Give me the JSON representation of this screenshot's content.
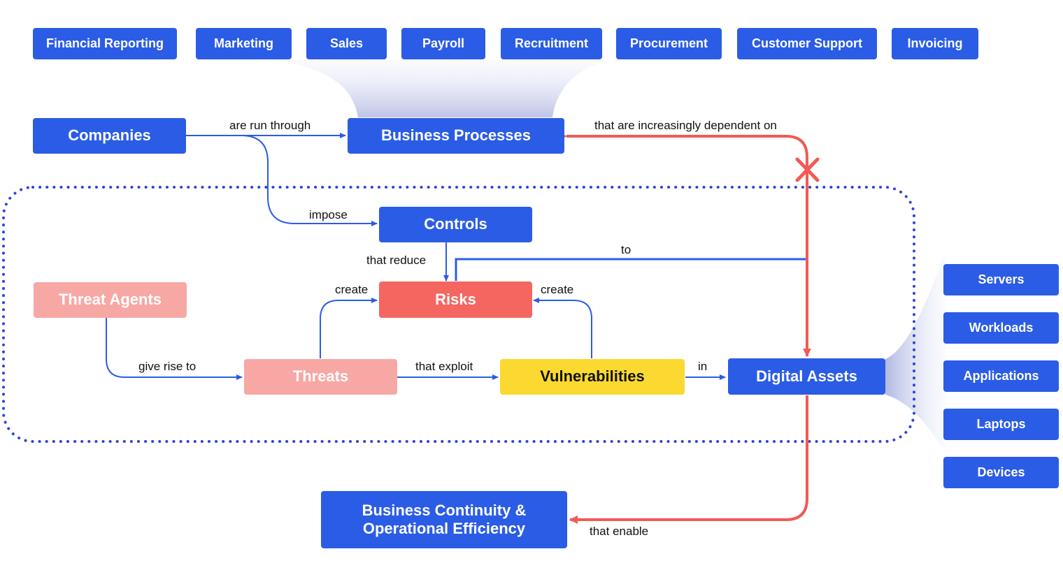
{
  "business_functions": [
    "Financial Reporting",
    "Marketing",
    "Sales",
    "Payroll",
    "Recruitment",
    "Procurement",
    "Customer Support",
    "Invoicing"
  ],
  "nodes": {
    "companies": "Companies",
    "business_processes": "Business Processes",
    "controls": "Controls",
    "risks": "Risks",
    "threat_agents": "Threat Agents",
    "threats": "Threats",
    "vulnerabilities": "Vulnerabilities",
    "digital_assets": "Digital Assets",
    "business_continuity": "Business Continuity & Operational Efficiency"
  },
  "asset_types": [
    "Servers",
    "Workloads",
    "Applications",
    "Laptops",
    "Devices"
  ],
  "edge_labels": {
    "are_run_through": "are run through",
    "increasingly_dependent": "that are increasingly dependent on",
    "impose": "impose",
    "that_reduce": "that reduce",
    "to": "to",
    "create_left": "create",
    "create_right": "create",
    "give_rise_to": "give rise to",
    "that_exploit": "that exploit",
    "in": "in",
    "that_enable": "that enable"
  },
  "colors": {
    "primary": "#2b5ce6",
    "threat": "#f7a8a4",
    "risk": "#f56661",
    "vulnerability": "#fbd931",
    "dependency_line": "#f25a55",
    "boundary": "#2e46d6"
  }
}
